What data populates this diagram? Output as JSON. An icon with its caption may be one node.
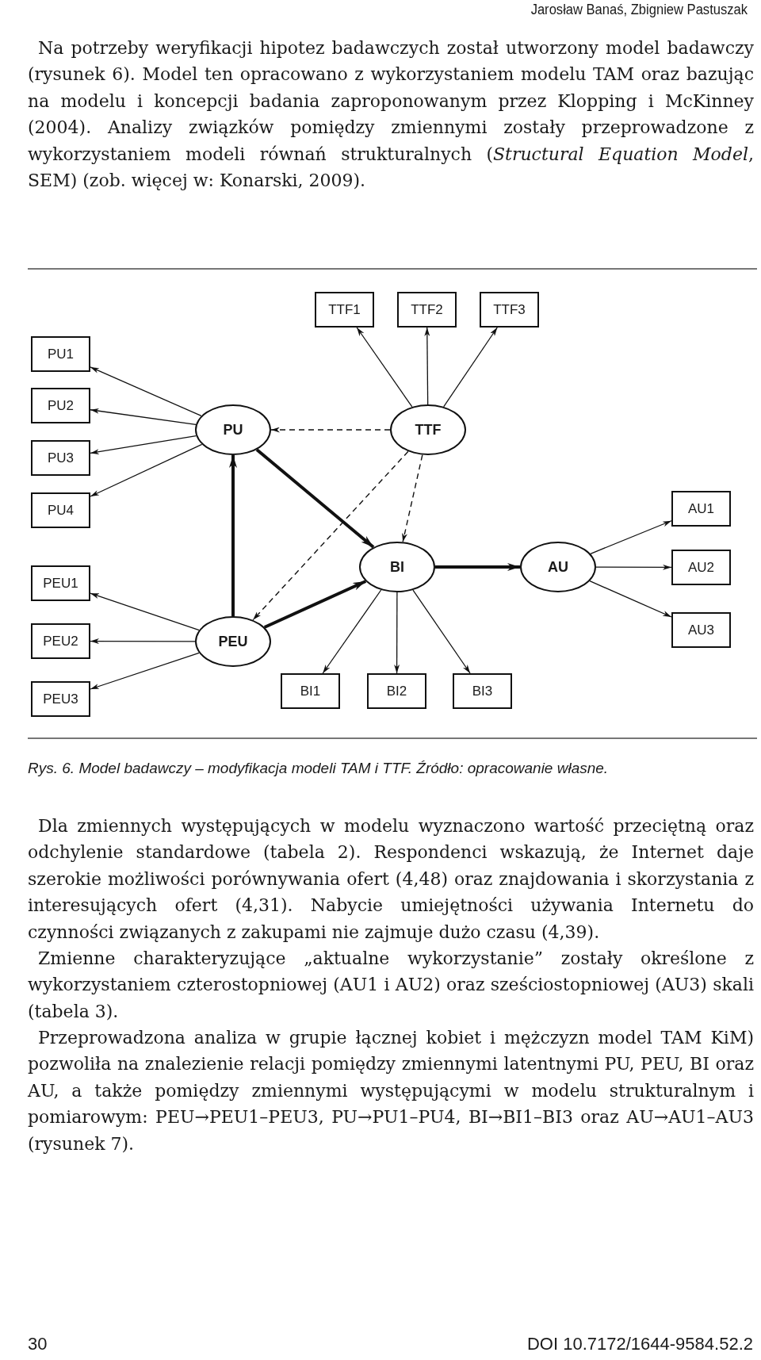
{
  "diagram": {
    "caption": "Rys. 6. Model badawczy – modyfikacja modeli TAM i TTF. Źródło: opracowanie własne.",
    "nodes": [
      {
        "text": [
          "TTF1"
        ]
      },
      {
        "text": [
          "TTF2"
        ]
      },
      {
        "text": [
          "TTF3"
        ]
      },
      {
        "text": [
          "PU1"
        ]
      },
      {
        "text": [
          "PU2"
        ]
      },
      {
        "text": [
          "PU"
        ]
      },
      {
        "text": [
          "TTF"
        ]
      },
      {
        "text": [
          "PU3"
        ]
      },
      {
        "text": [
          "PU4"
        ]
      },
      {
        "text": [
          "AU1"
        ]
      },
      {
        "text": [
          "PEU1"
        ]
      },
      {
        "text": [
          "BI"
        ]
      },
      {
        "text": [
          "AU"
        ]
      },
      {
        "text": [
          "AU2"
        ]
      },
      {
        "text": [
          "PEU2"
        ]
      },
      {
        "text": [
          "PEU"
        ]
      },
      {
        "text": [
          "AU3"
        ]
      },
      {
        "text": [
          "PEU3"
        ]
      },
      {
        "text": [
          "BI1"
        ]
      },
      {
        "text": [
          "BI2"
        ]
      },
      {
        "text": [
          "BI3"
        ]
      }
    ],
    "edges": [
      {
        "from": 6,
        "to": 0,
        "arrow": "to"
      },
      {
        "from": 6,
        "to": 1,
        "arrow": "to"
      },
      {
        "from": 6,
        "to": 2,
        "arrow": "to"
      },
      {
        "from": 5,
        "to": 3,
        "arrow": "to"
      },
      {
        "from": 5,
        "to": 4,
        "arrow": "to"
      },
      {
        "from": 5,
        "to": 7,
        "arrow": "to"
      },
      {
        "from": 5,
        "to": 8,
        "arrow": "to"
      },
      {
        "from": 6,
        "to": 5,
        "arrow": "to",
        "style": "dashed"
      },
      {
        "from": 6,
        "to": 15,
        "arrow": "to",
        "style": "dashed"
      },
      {
        "from": 6,
        "to": 11,
        "arrow": "to",
        "style": "dashed"
      },
      {
        "from": 5,
        "to": 11,
        "arrow": "to",
        "style": "thick"
      },
      {
        "from": 15,
        "to": 5,
        "arrow": "to",
        "style": "thick"
      },
      {
        "from": 15,
        "to": 11,
        "arrow": "to",
        "style": "thick"
      },
      {
        "from": 11,
        "to": 12,
        "arrow": "to",
        "style": "thick"
      },
      {
        "from": 12,
        "to": 9,
        "arrow": "to"
      },
      {
        "from": 12,
        "to": 13,
        "arrow": "to"
      },
      {
        "from": 12,
        "to": 16,
        "arrow": "to"
      },
      {
        "from": 15,
        "to": 10,
        "arrow": "to"
      },
      {
        "from": 15,
        "to": 14,
        "arrow": "to"
      },
      {
        "from": 15,
        "to": 17,
        "arrow": "to"
      },
      {
        "from": 11,
        "to": 18,
        "arrow": "to"
      },
      {
        "from": 11,
        "to": 19,
        "arrow": "to"
      },
      {
        "from": 11,
        "to": 20,
        "arrow": "to"
      }
    ],
    "labels": [
      "Jarosław Banaś, Zbigniew Pastuszak",
      "Na potrzeby weryfikacji hipotez badawczych został utworzony model badawczy (rysunek 6). Model ten opracowano z wykorzystaniem modelu TAM oraz bazując na modelu i koncepcji badania zaproponowanym przez Klopping i McKinney (2004). Analizy związków pomiędzy zmiennymi zostały przeprowadzone z wykorzystaniem modeli równań strukturalnych (*Structural Equation Model*, SEM) (zob. więcej w: Konarski, 2009).",
      "Dla zmiennych występujących w modelu wyznaczono wartość przeciętną oraz odchylenie standardowe (tabela 2). Respondenci wskazują, że Internet daje szerokie możliwości porównywania ofert (4,48) oraz znajdowania i skorzystania z interesujących ofert (4,31). Nabycie umiejętności używania Internetu do czynności związanych z zakupami nie zajmuje dużo czasu (4,39).",
      "Zmienne charakteryzujące „aktualne wykorzystanie” zostały określone z wykorzystaniem czterostopniowej (AU1 i AU2) oraz sześciostopniowej (AU3) skali (tabela 3).",
      "Przeprowadzona analiza w grupie łącznej kobiet i mężczyzn model TAM KiM) pozwoliła na znalezienie relacji pomiędzy zmiennymi latentnymi PU, PEU, BI oraz AU, a także pomiędzy zmiennymi występującymi w modelu strukturalnym i pomiarowym: PEU→PEU1–PEU3, PU→PU1–PU4, BI→BI1–BI3 oraz AU→AU1–AU3 (rysunek 7).",
      "30",
      "DOI 10.7172/1644-9584.52.2"
    ]
  }
}
